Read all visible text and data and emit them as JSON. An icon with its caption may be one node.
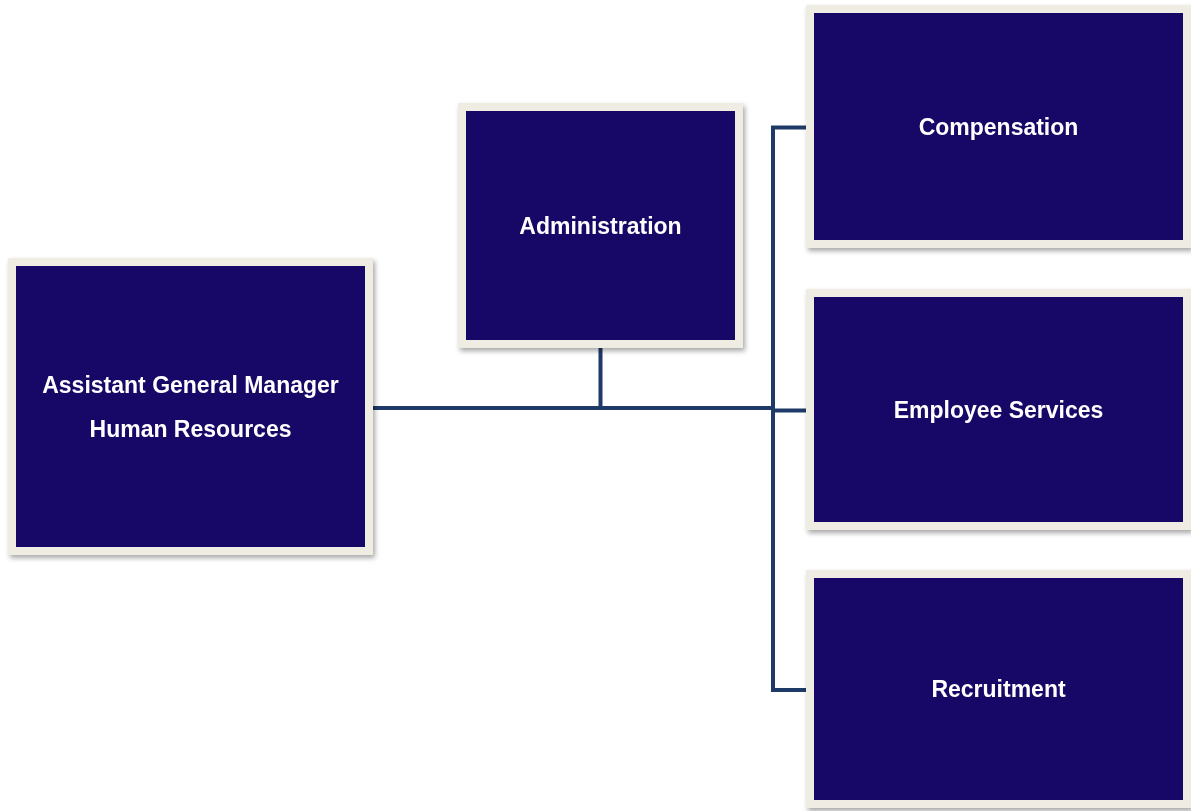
{
  "diagram": {
    "nodes": [
      {
        "text": [
          "Assistant General Manager Human Resources"
        ]
      },
      {
        "text": [
          "Administration"
        ]
      },
      {
        "text": [
          "Compensation"
        ]
      },
      {
        "text": [
          "Employee Services"
        ]
      },
      {
        "text": [
          "Recruitment"
        ]
      }
    ],
    "edges": [
      {
        "from": 0,
        "to": 1,
        "arrow": "none"
      },
      {
        "from": 0,
        "to": 2,
        "arrow": "none"
      },
      {
        "from": 0,
        "to": 3,
        "arrow": "none"
      },
      {
        "from": 0,
        "to": 4,
        "arrow": "none"
      }
    ]
  }
}
